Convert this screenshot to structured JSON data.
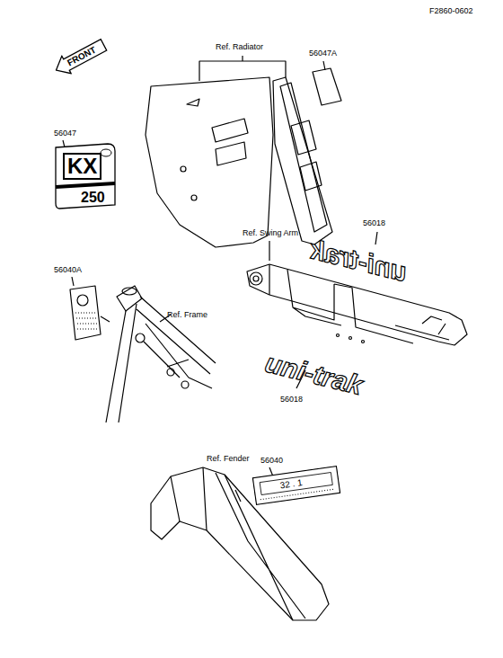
{
  "diagram": {
    "nodes": [
      {
        "text": [
          "FRONT"
        ]
      },
      {
        "text": [
          "KX",
          "250"
        ]
      },
      {
        "text": [
          "32 . 1"
        ]
      }
    ],
    "labels": [
      "F2860-0602",
      "Ref. Radiator",
      "56047A",
      "56047",
      "Ref. Swing Arm",
      "56018",
      "uni-trak",
      "56040A",
      "Ref. Frame",
      "uni-trak",
      "56018",
      "Ref. Fender",
      "56040"
    ]
  }
}
